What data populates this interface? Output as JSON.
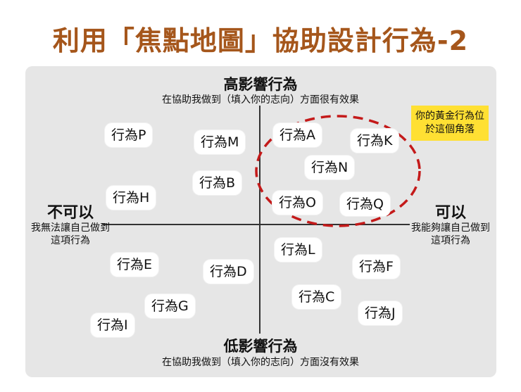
{
  "title": "利用「焦點地圖」協助設計行為-2",
  "axes": {
    "top": {
      "title": "高影響行為",
      "sub": "在協助我做到（填入你的志向）方面很有效果"
    },
    "bottom": {
      "title": "低影響行為",
      "sub": "在協助我做到（填入你的志向）方面沒有效果"
    },
    "left": {
      "title": "不可以",
      "sub": "我無法讓自己做到這項行為"
    },
    "right": {
      "title": "可以",
      "sub": "我能夠讓自己做到這項行為"
    }
  },
  "note": "你的黃金行為位於這個角落",
  "behaviors": {
    "p": "行為P",
    "m": "行為M",
    "a": "行為A",
    "k": "行為K",
    "n": "行為N",
    "b": "行為B",
    "h": "行為H",
    "o": "行為O",
    "q": "行為Q",
    "l": "行為L",
    "e": "行為E",
    "d": "行為D",
    "f": "行為F",
    "c": "行為C",
    "g": "行為G",
    "j": "行為J",
    "i": "行為I"
  },
  "colors": {
    "title": "#a5561b",
    "highlight_oval": "#c41a1a",
    "note_bg": "#ffe033",
    "panel_bg": "#e6e6e6"
  }
}
